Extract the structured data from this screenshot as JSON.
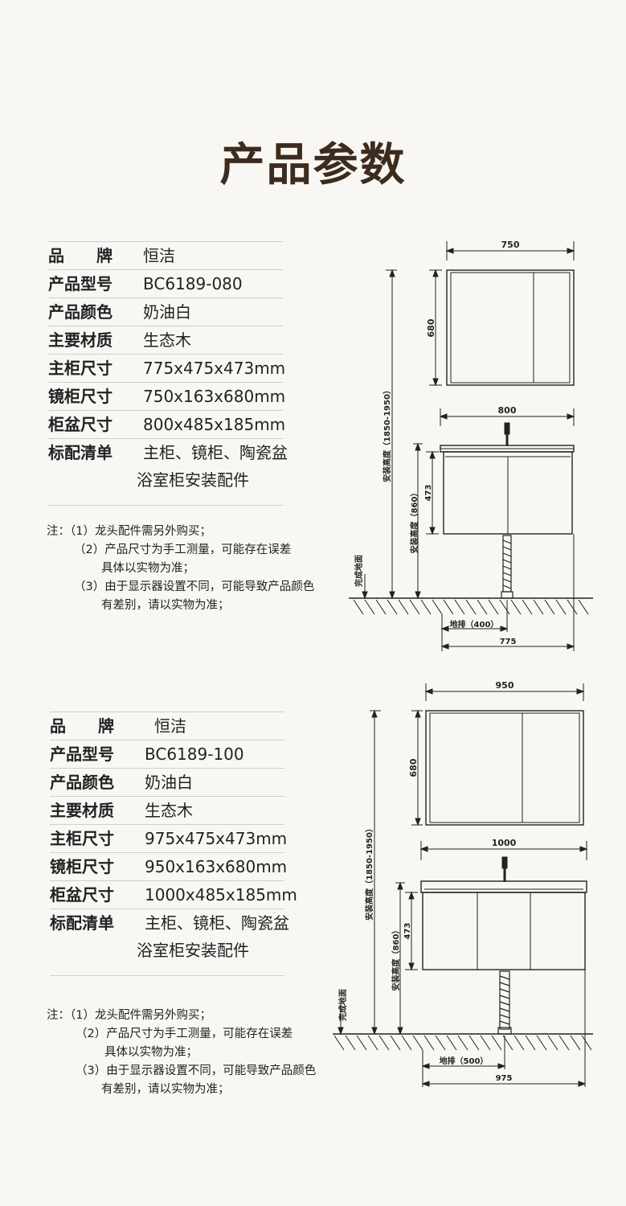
{
  "title": "产品参数",
  "products": [
    {
      "specs": [
        {
          "label": "品　　牌",
          "value": "恒洁"
        },
        {
          "label": "产品型号",
          "value": "BC6189-080"
        },
        {
          "label": "产品颜色",
          "value": "奶油白"
        },
        {
          "label": "主要材质",
          "value": "生态木"
        },
        {
          "label": "主柜尺寸",
          "value": "775x475x473mm"
        },
        {
          "label": "镜柜尺寸",
          "value": "750x163x680mm"
        },
        {
          "label": "柜盆尺寸",
          "value": "800x485x185mm"
        },
        {
          "label": "标配清单",
          "value": "主柜、镜柜、陶瓷盆",
          "value2": "浴室柜安装配件"
        }
      ],
      "notes": [
        "注：（1）龙头配件需另外购买；",
        "（2）产品尺寸为手工测量，可能存在误差",
        "具体以实物为准；",
        "（3）由于显示器设置不同，可能导致产品颜色",
        "有差别，请以实物为准；"
      ],
      "drawing": {
        "mirror_width": "750",
        "mirror_height": "680",
        "basin_width": "800",
        "cabinet_height": "473",
        "install_height_label": "安装高度（860）",
        "total_height_label": "安装高度（1850-1950）",
        "floor_label": "完成地面",
        "drain_label": "地排（400）",
        "cabinet_width": "775"
      }
    },
    {
      "specs": [
        {
          "label": "品　　牌",
          "value": "恒洁"
        },
        {
          "label": "产品型号",
          "value": "BC6189-100"
        },
        {
          "label": "产品颜色",
          "value": "奶油白"
        },
        {
          "label": "主要材质",
          "value": "生态木"
        },
        {
          "label": "主柜尺寸",
          "value": "975x475x473mm"
        },
        {
          "label": "镜柜尺寸",
          "value": "950x163x680mm"
        },
        {
          "label": "柜盆尺寸",
          "value": "1000x485x185mm"
        },
        {
          "label": "标配清单",
          "value": "主柜、镜柜、陶瓷盆",
          "value2": "浴室柜安装配件"
        }
      ],
      "notes": [
        "注：（1）龙头配件需另外购买；",
        "（2）产品尺寸为手工测量，可能存在误差",
        "具体以实物为准；",
        "（3）由于显示器设置不同，可能导致产品颜色",
        "有差别，请以实物为准；"
      ],
      "drawing": {
        "mirror_width": "950",
        "mirror_height": "680",
        "basin_width": "1000",
        "cabinet_height": "473",
        "install_height_label": "安装高度（860）",
        "total_height_label": "安装高度（1850-1950）",
        "floor_label": "完成地面",
        "drain_label": "地排（500）",
        "cabinet_width": "975"
      }
    }
  ]
}
